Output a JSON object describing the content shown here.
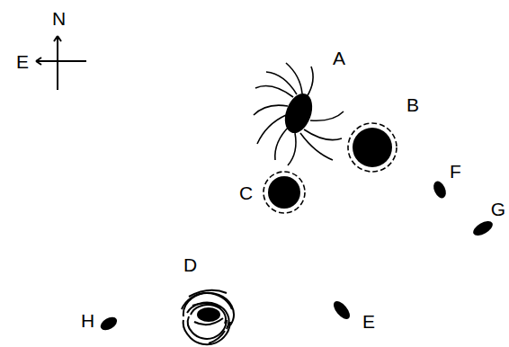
{
  "diagram": {
    "labels": [
      "N",
      "E",
      "A",
      "B",
      "F",
      "C",
      "G",
      "D",
      "H",
      "E"
    ]
  }
}
